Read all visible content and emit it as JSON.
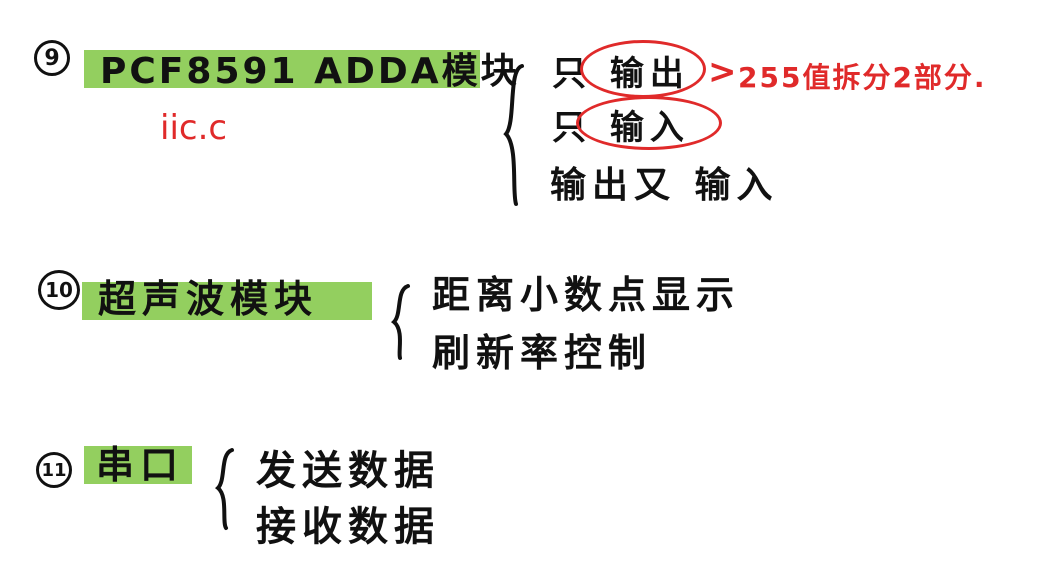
{
  "colors": {
    "highlight": "#93cf5f",
    "ink": "#111111",
    "red": "#e02a2a",
    "background": "#ffffff"
  },
  "sections": [
    {
      "number": "9",
      "title": "PCF8591 ADDA模块",
      "note": "iic.c",
      "items": [
        {
          "prefix": "只",
          "text": "输出"
        },
        {
          "prefix": "只",
          "text": "输入"
        },
        {
          "prefix": "",
          "text": "输出又 输入"
        }
      ],
      "annotation": {
        "arrow": ">",
        "text": "255值拆分2部分."
      }
    },
    {
      "number": "10",
      "title": "超声波模块",
      "items": [
        {
          "text": "距离小数点显示"
        },
        {
          "text": "刷新率控制"
        }
      ]
    },
    {
      "number": "11",
      "title": "串口",
      "items": [
        {
          "text": "发送数据"
        },
        {
          "text": "接收数据"
        }
      ]
    }
  ]
}
